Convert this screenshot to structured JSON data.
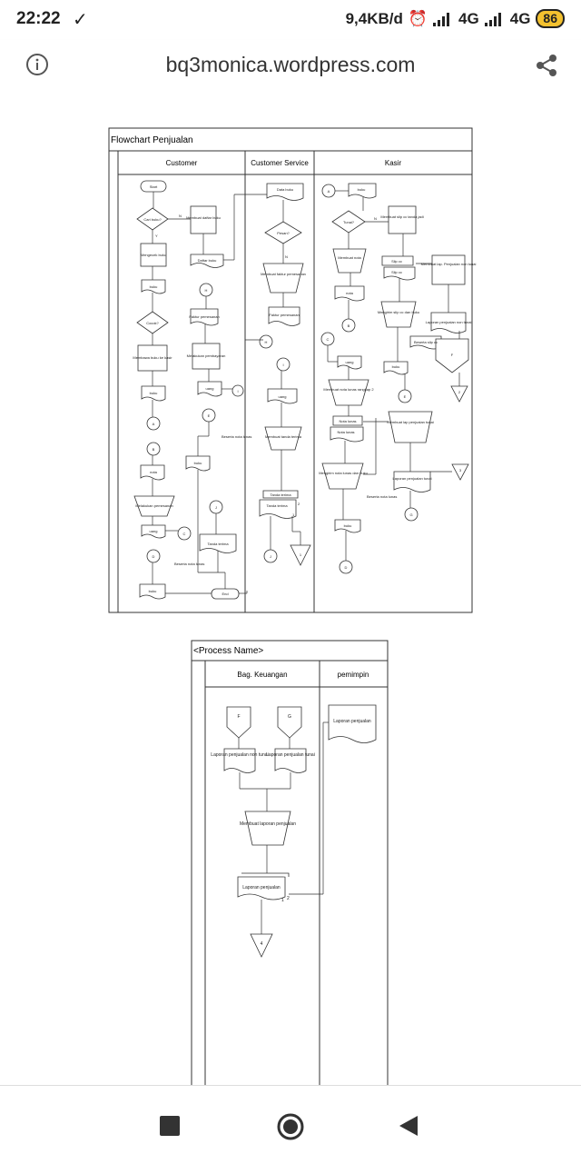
{
  "status": {
    "time": "22:22",
    "speed": "9,4KB/d",
    "net1": "4G",
    "net2": "4G",
    "battery": "86"
  },
  "browser": {
    "url": "bq3monica.wordpress.com"
  },
  "flow1": {
    "title": "Flowchart Penjualan",
    "lanes": [
      "Customer",
      "Customer Service",
      "Kasir"
    ],
    "customer": {
      "start": "Start",
      "cari": "Cari buku?",
      "n": "N",
      "y": "Y",
      "membuat_daftar": "Membuat daftar buku",
      "mengecek": "Mengecek buku",
      "buku": "buku",
      "daftar_buku": "Daftar buku",
      "cocok": "Cocok?",
      "h": "H",
      "faktur": "Faktur pemesanan",
      "membawa": "Membawa buku ke kasir",
      "melakukan": "Melakukan pembayaran",
      "uang": "uang",
      "i": "I",
      "a": "A",
      "e": "E",
      "beserta": "Beserta nota lunas",
      "b": "B",
      "nota": "nota",
      "melakukan_pemesanan": "Melakukan pemesanan",
      "j": "J",
      "c": "C",
      "tanda_terima": "Tanda terima",
      "d": "D",
      "end": "End"
    },
    "cs": {
      "data_buku": "Data buku",
      "pesan": "Pesan?",
      "membuat_faktur": "Membuat faktur pemesanan",
      "faktur": "Faktur pemesanan",
      "membuat_tanda": "Membuat tanda terima",
      "tanda1": "Tanda terima",
      "tanda2": "Tanda terima",
      "num1": "1",
      "num2": "2",
      "tri1": "1"
    },
    "kasir": {
      "a": "A",
      "buku": "buku",
      "membuat_slip": "Membuat slip cc tanda jadi",
      "tunai": "Tunai?",
      "membuat_nota": "Membuat nota",
      "slip1": "Slip cc",
      "slip2": "Slip cc",
      "membuat_lap": "Membuat lap. Penjualan non tunai",
      "nota": "nota",
      "mengirim": "Mengirim slip cc dan buku",
      "laporan_nt": "Laporan penjualan non tunai",
      "b": "B",
      "c": "C",
      "beserta_slip": "Beserta slip cc",
      "uang": "uang",
      "buku2": "buku",
      "f": "F",
      "membuat_nota_lunas": "Membuat nota lunas rangkap 2",
      "e": "E",
      "tri2": "2",
      "nota_lunas1": "Nota lunas",
      "nota_lunas2": "Nota lunas",
      "membuat_lap_t": "Membuat lap penjualan tunai",
      "mengirim2": "Mengirim nota lunas dan buku",
      "laporan_t": "Laporan penjualan tunai",
      "tri3": "3",
      "beserta2": "Beserta nota lunas",
      "g": "G",
      "buku3": "buku",
      "d": "D"
    }
  },
  "flow2": {
    "title": "<Process Name>",
    "lanes": [
      "Bag. Keuangan",
      "pemimpin"
    ],
    "f": "F",
    "g": "G",
    "lap_nt": "Laporan penjualan non tunai",
    "lap_t": "Laporan penjualan tunai",
    "membuat": "Membuat laporan penjualan",
    "laporan": "Laporan penjualan",
    "lap_pemimpin": "Laporan penjualan",
    "num1": "1",
    "num2": "2",
    "tri": "4"
  }
}
